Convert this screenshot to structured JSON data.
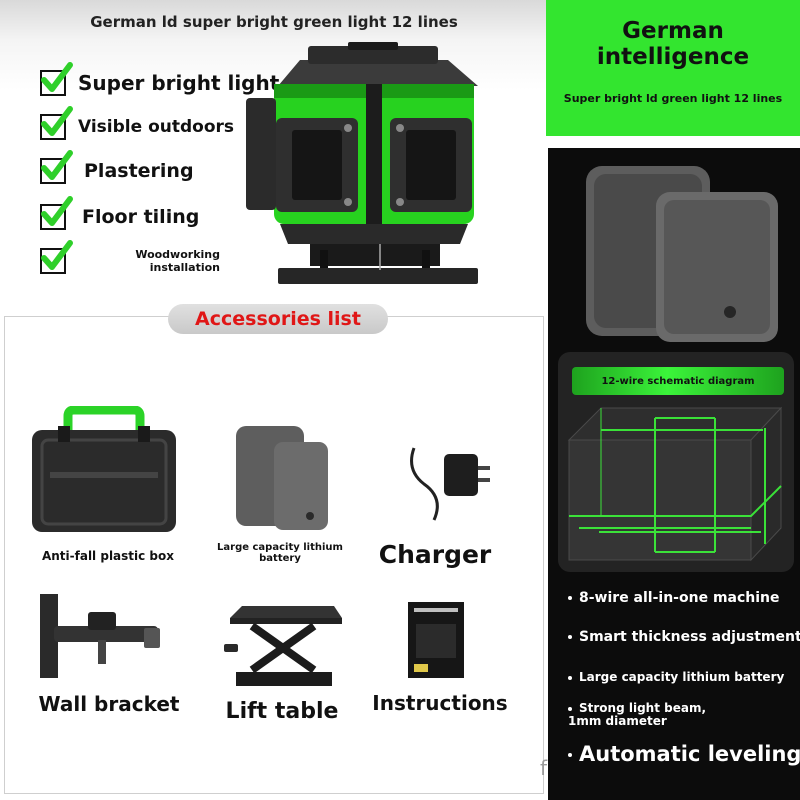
{
  "header": {
    "title": "German ld super bright green light 12 lines"
  },
  "features_left": [
    {
      "label": "Super bright light"
    },
    {
      "label": "Visible outdoors"
    },
    {
      "label": "Plastering"
    },
    {
      "label": "Floor tiling"
    },
    {
      "label": "Woodworking installation"
    }
  ],
  "promo": {
    "title_line1": "German",
    "title_line2": "intelligence",
    "subtitle": "Super bright ld green light 12 lines"
  },
  "diagram": {
    "label": "12-wire schematic diagram"
  },
  "features_right": [
    {
      "label": "8-wire all-in-one machine"
    },
    {
      "label": "Smart thickness adjustment"
    },
    {
      "label": "Large capacity lithium battery"
    },
    {
      "label": "Strong light beam, 1mm diameter"
    },
    {
      "label": "Automatic leveling"
    }
  ],
  "accessories": {
    "title": "Accessories list",
    "items": [
      {
        "label": "Anti-fall plastic box"
      },
      {
        "label": "Large capacity lithium battery"
      },
      {
        "label": "Charger"
      },
      {
        "label": "Wall bracket"
      },
      {
        "label": "Lift table"
      },
      {
        "label": "Instructions"
      }
    ]
  },
  "watermark": "f",
  "colors": {
    "accent_green": "#33e52f",
    "accessories_title": "#e01616",
    "panel_dark": "#0c0c0c"
  }
}
